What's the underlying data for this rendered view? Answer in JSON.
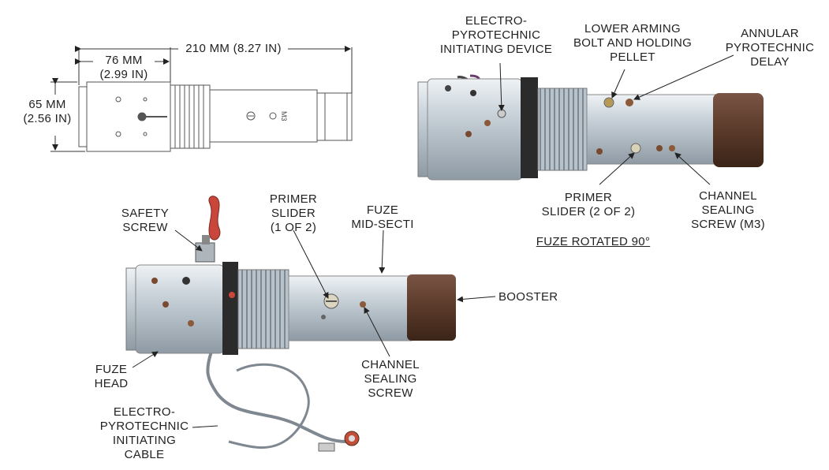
{
  "dimensions": {
    "overall": "210 MM (8.27 IN)",
    "head_length": "76 MM\n(2.99 IN)",
    "diameter": "65 MM\n(2.56 IN)",
    "drawing_marking": "M3"
  },
  "top_right_view": {
    "caption": "FUZE ROTATED 90°",
    "labels": {
      "electro_pyro_device": "ELECTRO-\nPYROTECHNIC\nINITIATING DEVICE",
      "lower_arming_bolt": "LOWER ARMING\nBOLT AND HOLDING\nPELLET",
      "annular_delay": "ANNULAR\nPYROTECHNIC\nDELAY",
      "primer_slider_2": "PRIMER\nSLIDER (2 OF 2)",
      "channel_screw_m3": "CHANNEL\nSEALING\nSCREW (M3)"
    }
  },
  "bottom_view": {
    "labels": {
      "safety_screw": "SAFETY\nSCREW",
      "primer_slider_1": "PRIMER\nSLIDER\n(1 OF 2)",
      "fuze_mid_section": "FUZE\nMID-SECTI",
      "booster": "BOOSTER",
      "channel_screw": "CHANNEL\nSEALING\nSCREW",
      "fuze_head": "FUZE\nHEAD",
      "cable": "ELECTRO-\nPYROTECHNIC\nINITIATING\nCABLE"
    }
  },
  "colors": {
    "metal": "#c9d2d9",
    "metal_dark": "#8e9aa4",
    "booster": "#5a3a2a",
    "band": "#2b2b2b",
    "cable": "#7f8790",
    "safety_wire": "#c8463a"
  }
}
